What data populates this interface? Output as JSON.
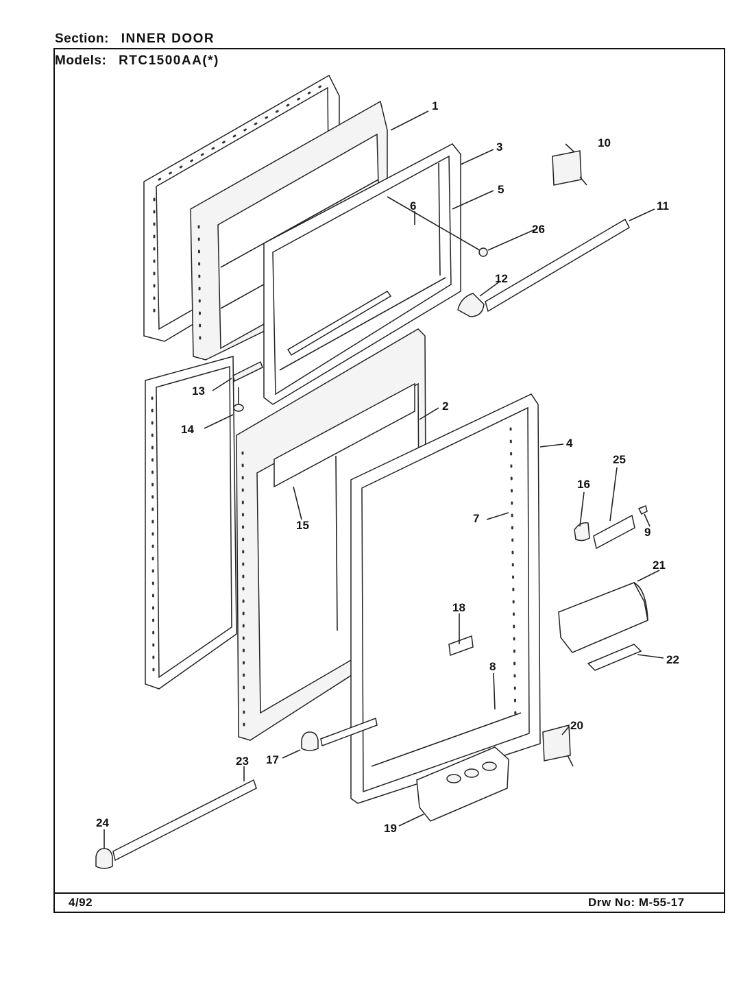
{
  "header": {
    "section_label": "Section:",
    "section_value": "INNER DOOR",
    "models_label": "Models:",
    "models_value": "RTC1500AA(*)"
  },
  "footer": {
    "date": "4/92",
    "drawing_number": "Drw No: M-55-17"
  },
  "callouts": [
    "1",
    "2",
    "3",
    "4",
    "5",
    "6",
    "7",
    "8",
    "9",
    "10",
    "11",
    "12",
    "13",
    "14",
    "15",
    "16",
    "17",
    "18",
    "19",
    "20",
    "21",
    "22",
    "23",
    "24",
    "25",
    "26"
  ]
}
